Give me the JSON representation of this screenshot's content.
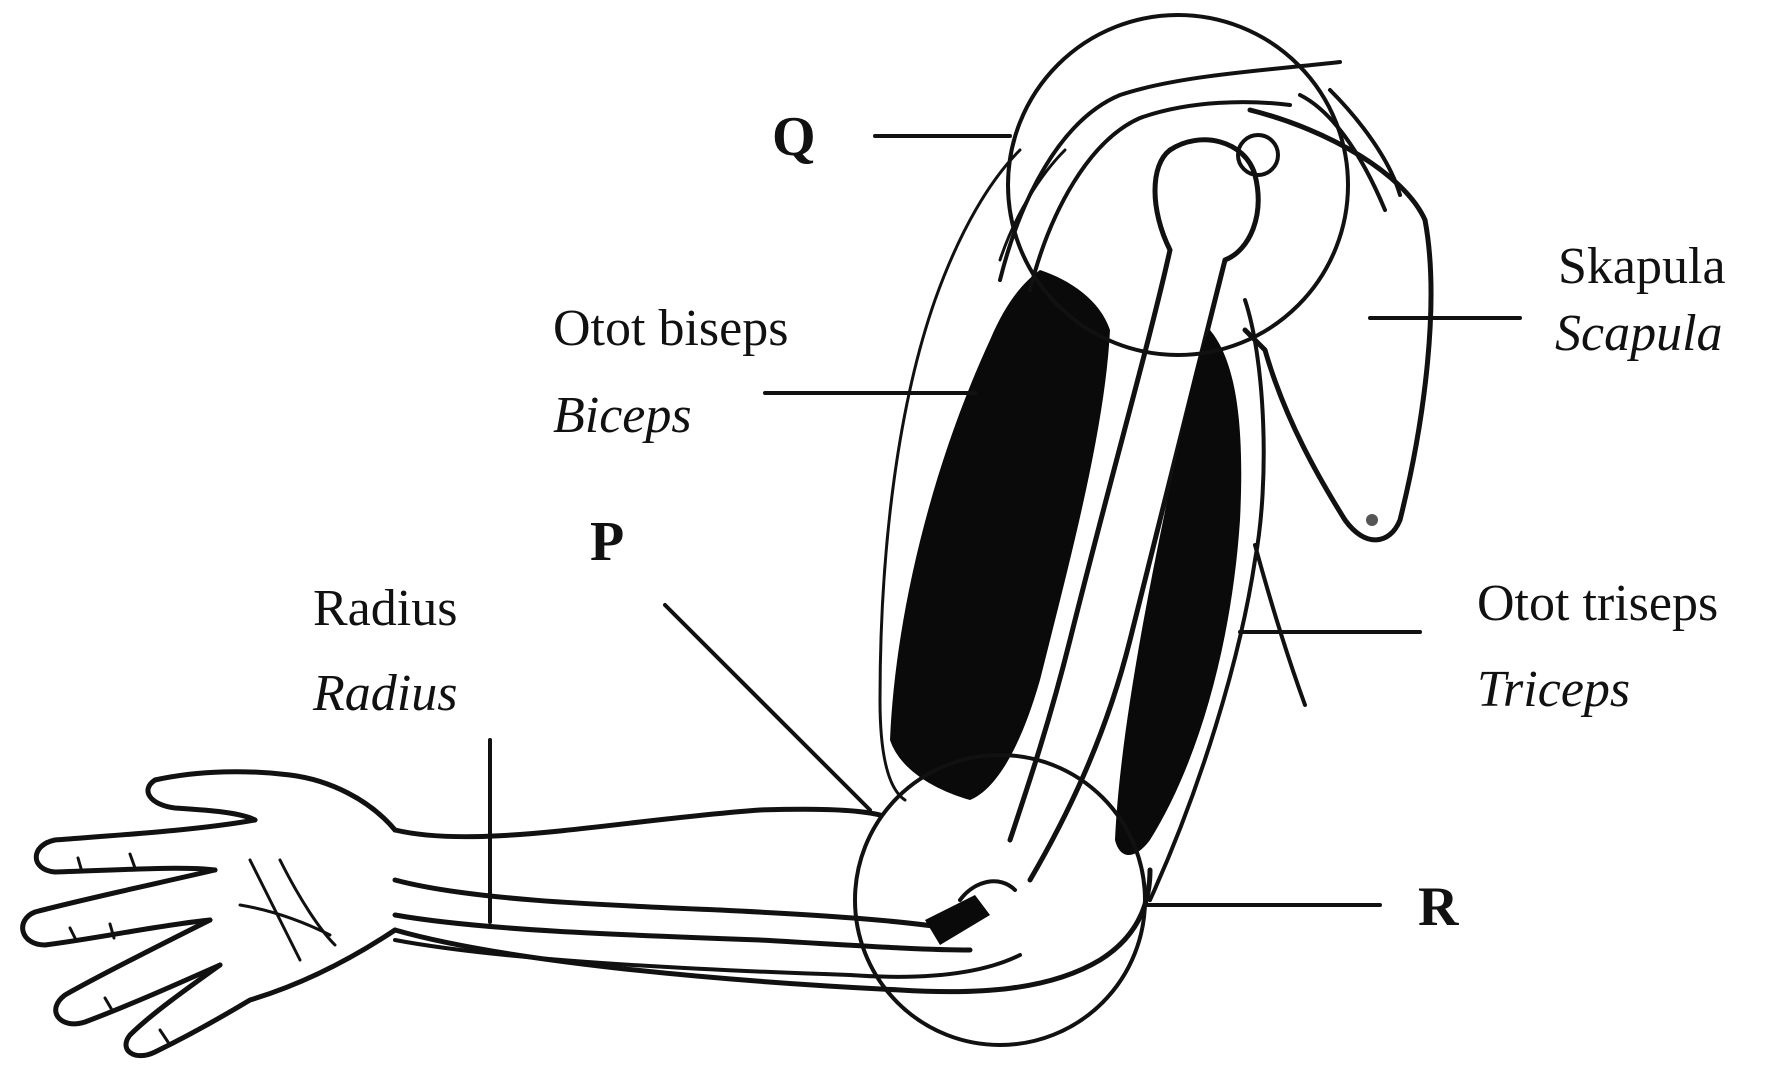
{
  "labels": {
    "q": "Q",
    "p": "P",
    "r": "R",
    "scapula_local": "Skapula",
    "scapula_latin": "Scapula",
    "biceps_local": "Otot biseps",
    "biceps_latin": "Biceps",
    "radius_local": "Radius",
    "radius_latin": "Radius",
    "triceps_local": "Otot triseps",
    "triceps_latin": "Triceps"
  },
  "colors": {
    "ink": "#111111",
    "muscle": "#0a0a0a",
    "background": "#ffffff"
  }
}
